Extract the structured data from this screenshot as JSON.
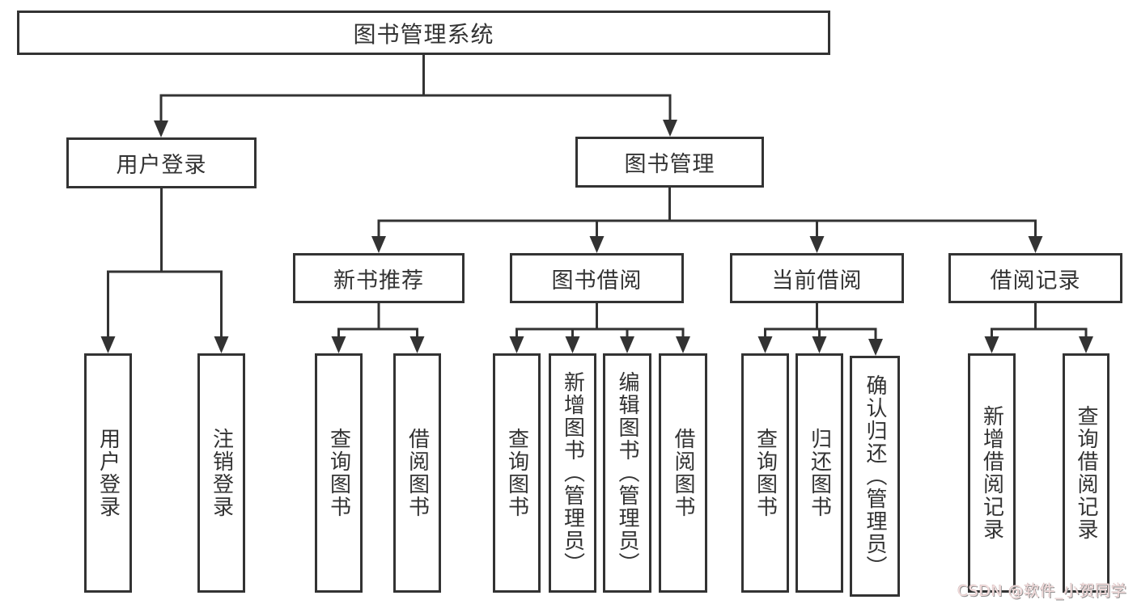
{
  "diagram": {
    "root": {
      "label": "图书管理系统"
    },
    "level1": [
      {
        "label": "用户登录",
        "children": [
          {
            "label": "用户登录"
          },
          {
            "label": "注销登录"
          }
        ]
      },
      {
        "label": "图书管理",
        "children": [
          {
            "label": "新书推荐",
            "children": [
              {
                "label": "查询图书"
              },
              {
                "label": "借阅图书"
              }
            ]
          },
          {
            "label": "图书借阅",
            "children": [
              {
                "label": "查询图书"
              },
              {
                "label": "新增图书（管理员）"
              },
              {
                "label": "编辑图书（管理员）"
              },
              {
                "label": "借阅图书"
              }
            ]
          },
          {
            "label": "当前借阅",
            "children": [
              {
                "label": "查询图书"
              },
              {
                "label": "归还图书"
              },
              {
                "label": "确认归还（管理员）"
              }
            ]
          },
          {
            "label": "借阅记录",
            "children": [
              {
                "label": "新增借阅记录"
              },
              {
                "label": "查询借阅记录"
              }
            ]
          }
        ]
      }
    ]
  },
  "watermark": {
    "text": "CSDN @软件_小贺同学"
  },
  "colors": {
    "line": "#333333",
    "box_border": "#333333",
    "text": "#333333",
    "background": "#ffffff",
    "watermark_text": "#f3dcdc",
    "watermark_shadow": "#8f8f8f"
  }
}
